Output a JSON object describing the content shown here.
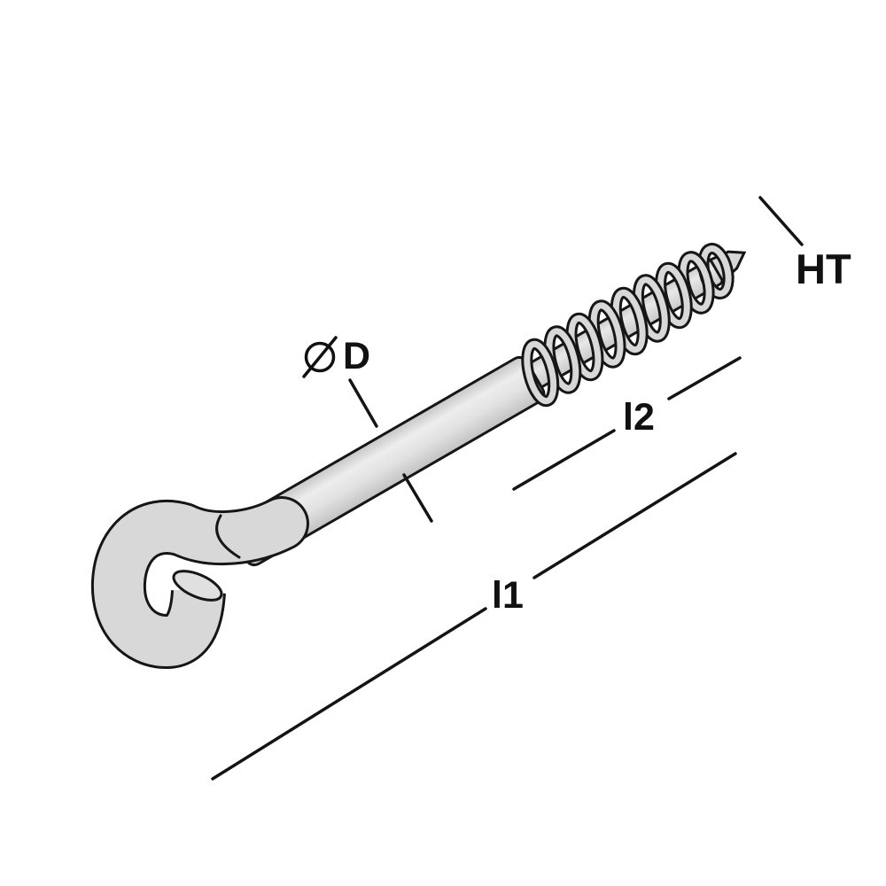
{
  "figure": {
    "type": "technical-diagram",
    "subject": "screw hook with wood-screw thread, isometric line drawing",
    "background_color": "#ffffff"
  },
  "labels": {
    "ht": "HT",
    "diameter_symbol": "⌀",
    "diameter": "D",
    "l2": "l2",
    "l1": "l1"
  },
  "colors": {
    "outline": "#161616",
    "metal_light": "#ededed",
    "metal_mid": "#d8d8d8",
    "metal_dark": "#c2c2c2",
    "dimension_line": "#141414",
    "label_text": "#111111"
  }
}
